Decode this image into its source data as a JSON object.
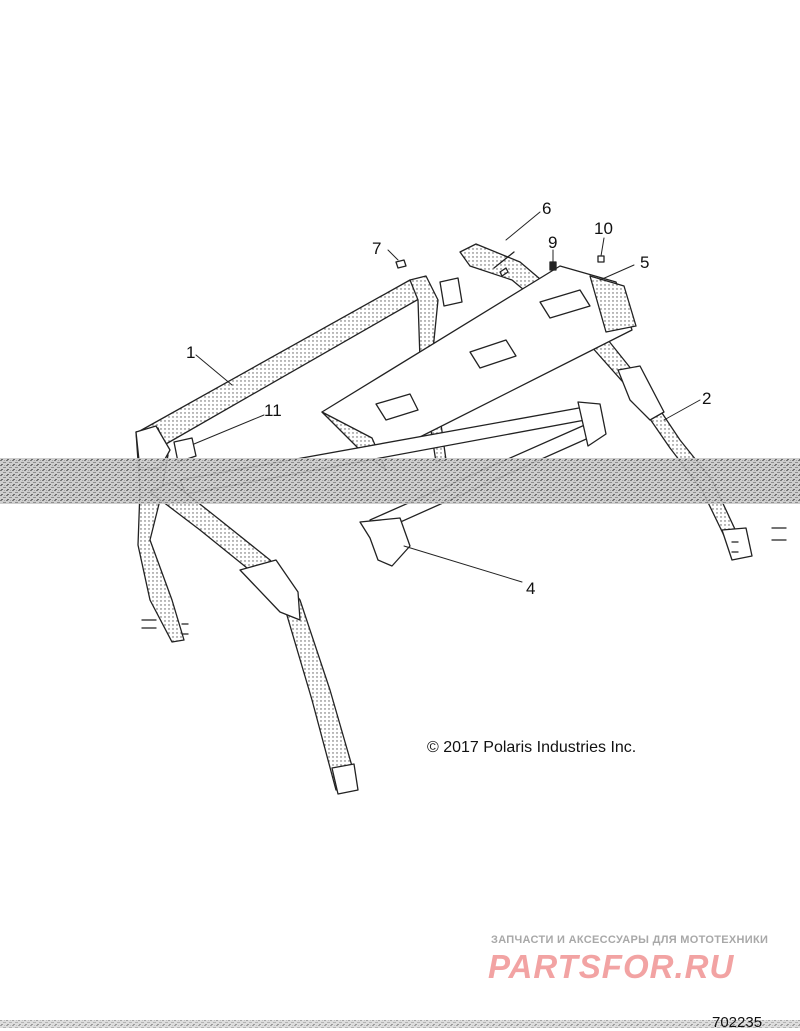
{
  "callouts": {
    "c1": "1",
    "c2": "2",
    "c4": "4",
    "c5": "5",
    "c6": "6",
    "c7": "7",
    "c9": "9",
    "c10": "10",
    "c11": "11"
  },
  "copyright": "© 2017 Polaris Industries Inc.",
  "diagram_id": "702235",
  "watermark": {
    "tagline": "ЗАПЧАСТИ И АКСЕССУАРЫ ДЛЯ МОТОТЕХНИКИ",
    "logo": "PARTSFOR.RU",
    "logo_color": "#f2a3a3"
  },
  "colors": {
    "line": "#222222",
    "tear_band": "#8a8a8a"
  }
}
